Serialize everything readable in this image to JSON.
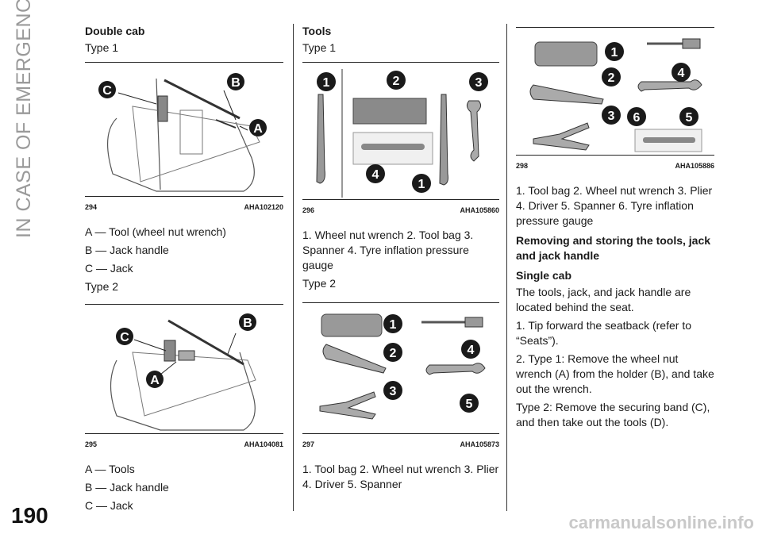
{
  "sidebar": {
    "section_title": "IN CASE OF EMERGENCY"
  },
  "page": {
    "number": "190"
  },
  "watermark": "carmanualsonline.info",
  "col1": {
    "heading": "Double cab",
    "type1": "Type 1",
    "fig294": {
      "num": "294",
      "code": "AHA102120",
      "labels": [
        "C",
        "B",
        "A"
      ]
    },
    "legend1": [
      "A — Tool (wheel nut wrench)",
      "B — Jack handle",
      "C — Jack"
    ],
    "type2": "Type 2",
    "fig295": {
      "num": "295",
      "code": "AHA104081",
      "labels": [
        "C",
        "B",
        "A"
      ]
    },
    "legend2": [
      "A — Tools",
      "B — Jack handle",
      "C — Jack"
    ]
  },
  "col2": {
    "heading": "Tools",
    "type1": "Type 1",
    "fig296": {
      "num": "296",
      "code": "AHA105860",
      "labels": [
        "1",
        "2",
        "3",
        "4",
        "1"
      ]
    },
    "caption296": "1. Wheel nut wrench  2. Tool bag  3. Spanner  4. Tyre inflation pressure gauge",
    "type2": "Type 2",
    "fig297": {
      "num": "297",
      "code": "AHA105873",
      "labels": [
        "1",
        "2",
        "3",
        "4",
        "5"
      ]
    },
    "caption297": "1. Tool bag  2. Wheel nut wrench  3. Plier  4. Driver  5. Spanner"
  },
  "col3": {
    "fig298": {
      "num": "298",
      "code": "AHA105886",
      "labels": [
        "1",
        "2",
        "3",
        "4",
        "5",
        "6"
      ]
    },
    "caption298": "1. Tool bag  2. Wheel nut wrench  3. Plier  4. Driver  5. Spanner  6. Tyre inflation pressure gauge",
    "heading": "Removing and storing the tools, jack and jack handle",
    "subheading": "Single cab",
    "para1": "The tools, jack, and jack handle are located behind the seat.",
    "step1": "1. Tip forward the seatback (refer to “Seats”).",
    "step2": "2. Type 1: Remove the wheel nut wrench (A) from the holder (B), and take out the wrench.",
    "step3": "Type 2: Remove the securing band (C), and then take out the tools (D)."
  }
}
